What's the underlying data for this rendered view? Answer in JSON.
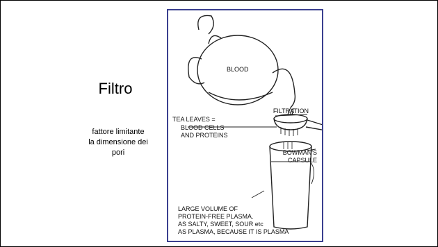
{
  "slide": {
    "title": "Filtro",
    "subtitle_lines": [
      "fattore limitante",
      "la dimensione dei",
      "pori"
    ]
  },
  "figure": {
    "labels": {
      "blood": "BLOOD",
      "filtration": "FILTRATION",
      "tea_leaves": [
        "TEA LEAVES =",
        "BLOOD CELLS",
        "AND PROTEINS"
      ],
      "bowmans": [
        "BOWMAN'S",
        "CAPSULE"
      ],
      "plasma": [
        "LARGE VOLUME OF",
        "PROTEIN-FREE PLASMA.",
        "AS SALTY, SWEET, SOUR etc",
        "AS PLASMA, BECAUSE IT IS PLASMA"
      ]
    },
    "colors": {
      "frame": "#3a3f8f"
    }
  }
}
